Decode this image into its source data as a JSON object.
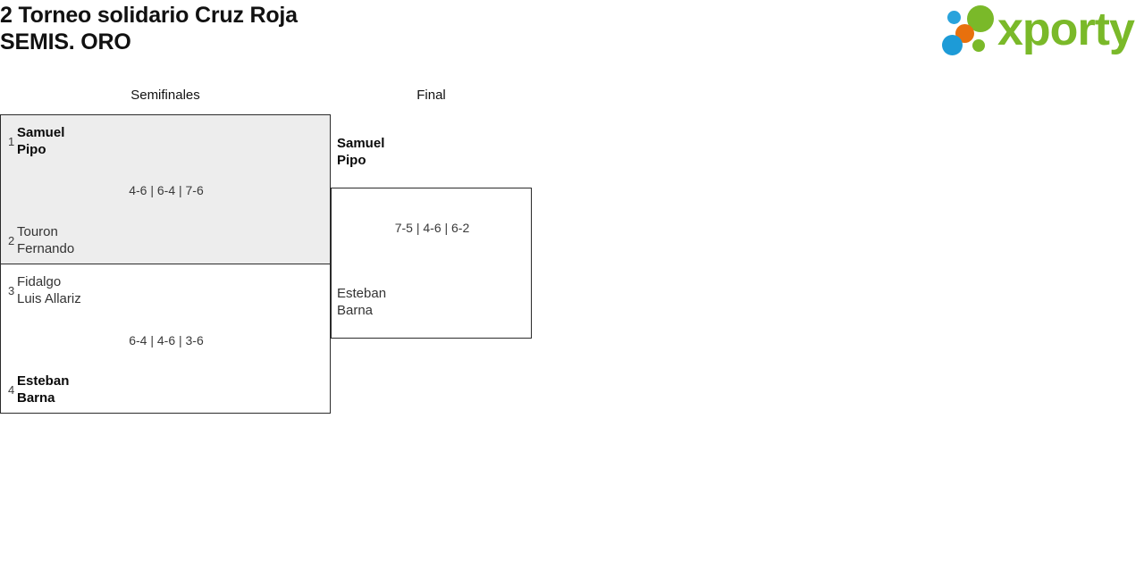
{
  "header": {
    "title_line1": "2 Torneo solidario Cruz Roja",
    "title_line2": "SEMIS. ORO"
  },
  "logo": {
    "wordmark": "xporty",
    "green": "#7AB929",
    "blue": "#1D9BD7",
    "blue_light": "#29A3DC",
    "orange": "#E8700D",
    "dots": [
      {
        "name": "blue-small-dot",
        "color": "#29A3DC"
      },
      {
        "name": "green-large-dot",
        "color": "#7AB929"
      },
      {
        "name": "orange-dot",
        "color": "#E8700D"
      },
      {
        "name": "blue-large-dot",
        "color": "#1D9BD7"
      },
      {
        "name": "green-small-dot",
        "color": "#7AB929"
      }
    ]
  },
  "bracket": {
    "rounds": [
      {
        "key": "semis",
        "label": "Semifinales"
      },
      {
        "key": "final",
        "label": "Final"
      }
    ],
    "matches": {
      "sf1": {
        "highlighted": true,
        "top": {
          "seed": "1",
          "name": "Samuel\nPipo",
          "winner": true
        },
        "bottom": {
          "seed": "2",
          "name": "Touron\nFernando",
          "winner": false
        },
        "score": "4-6 | 6-4 | 7-6"
      },
      "sf2": {
        "highlighted": false,
        "top": {
          "seed": "3",
          "name": "Fidalgo\nLuis Allariz",
          "winner": false
        },
        "bottom": {
          "seed": "4",
          "name": "Esteban\nBarna",
          "winner": true
        },
        "score": "6-4 | 4-6 | 3-6"
      },
      "final": {
        "highlighted": false,
        "top": {
          "seed": "",
          "name": "Samuel\nPipo",
          "winner": true
        },
        "bottom": {
          "seed": "",
          "name": "Esteban\nBarna",
          "winner": false
        },
        "score": "7-5 | 4-6 | 6-2"
      }
    }
  }
}
